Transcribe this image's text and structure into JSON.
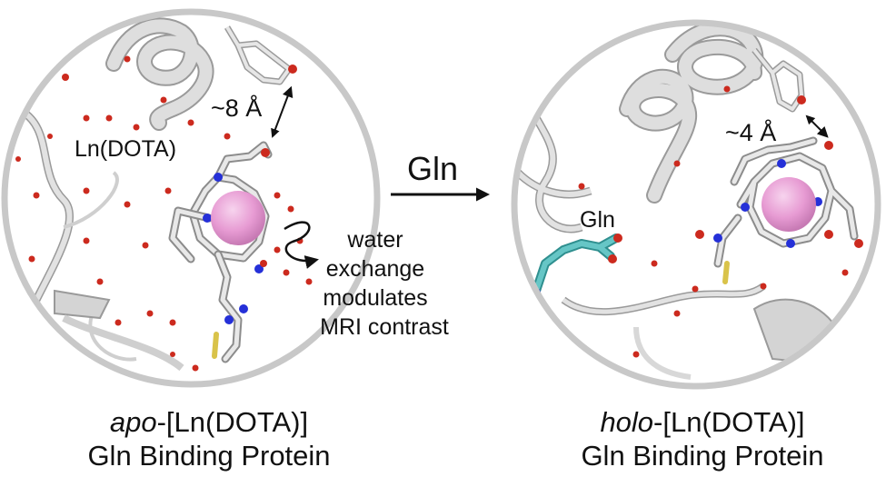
{
  "left_panel": {
    "distance_label": "~8 Å",
    "complex_label": "Ln(DOTA)",
    "annotation_lines": [
      "water",
      "exchange",
      "modulates",
      "MRI contrast"
    ],
    "caption_prefix": "apo",
    "caption_suffix": "-[Ln(DOTA)]",
    "caption_line2": "Gln Binding Protein"
  },
  "center": {
    "arrow_label": "Gln"
  },
  "right_panel": {
    "distance_label": "~4 Å",
    "ligand_label": "Gln",
    "caption_prefix": "holo",
    "caption_suffix": "-[Ln(DOTA)]",
    "caption_line2": "Gln Binding Protein"
  },
  "colors": {
    "circle_border": "#c8c8c8",
    "protein": "#d9d9d9",
    "protein_edge": "#9a9a9a",
    "lanthanide": "#e79bd3",
    "water": "#cc2a1e",
    "nitrogen": "#2530d8",
    "oxygen": "#cc2a1e",
    "sulfur": "#d9c34a",
    "glutamine": "#66c6c6"
  }
}
